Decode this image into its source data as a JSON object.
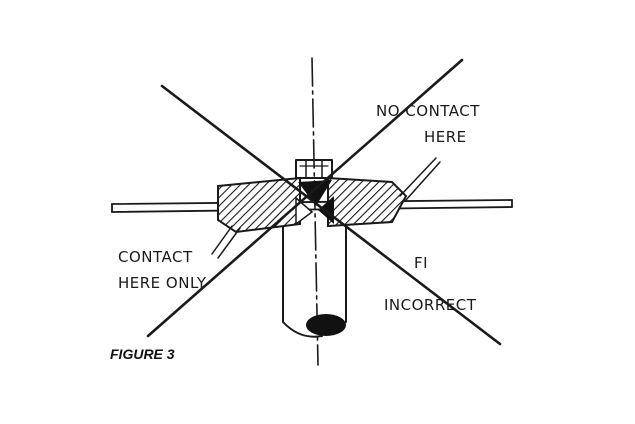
{
  "labels": {
    "no_contact_line1": "NO CONTACT",
    "no_contact_line2": "HERE",
    "contact_line1": "CONTACT",
    "contact_line2": "HERE ONLY",
    "fi": "FI",
    "incorrect": "INCORRECT"
  },
  "caption": "FIGURE 3",
  "colors": {
    "ink": "#1a1a1a",
    "background": "#ffffff"
  }
}
